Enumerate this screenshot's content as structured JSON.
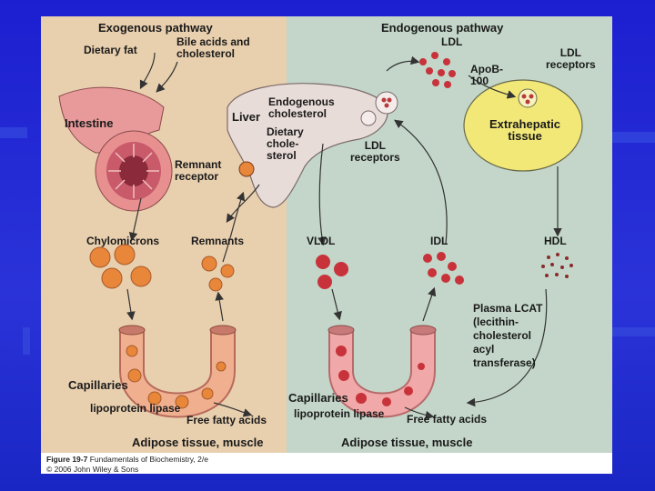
{
  "exogenous": {
    "title": "Exogenous pathway",
    "dietary_fat": "Dietary fat",
    "bile_acids": "Bile acids and\ncholesterol",
    "intestine": "Intestine",
    "remnant_receptor": "Remnant\nreceptor",
    "chylomicrons": "Chylomicrons",
    "remnants": "Remnants",
    "capillaries": "Capillaries",
    "lipoprotein_lipase": "lipoprotein lipase",
    "free_fatty_acids": "Free fatty acids",
    "adipose": "Adipose tissue, muscle"
  },
  "endogenous": {
    "title": "Endogenous pathway",
    "ldl": "LDL",
    "ldl_receptors_top": "LDL\nreceptors",
    "apob": "ApoB-\n100",
    "extrahepatic": "Extrahepatic\ntissue",
    "endogenous_cholesterol": "Endogenous\ncholesterol",
    "liver": "Liver",
    "dietary_cholesterol": "Dietary\nchole-\nsterol",
    "ldl_receptors_liver": "LDL\nreceptors",
    "vldl": "VLDL",
    "idl": "IDL",
    "hdl": "HDL",
    "lcat": "Plasma LCAT\n(lecithin-\ncholesterol\nacyl\ntransferase)",
    "capillaries": "Capillaries",
    "lipoprotein_lipase": "lipoprotein lipase",
    "free_fatty_acids": "Free fatty acids",
    "adipose": "Adipose tissue, muscle"
  },
  "caption": {
    "line1_bold": "Figure 19-7",
    "line1_rest": "Fundamentals of Biochemistry, 2/e",
    "line2": "© 2006 John Wiley & Sons"
  },
  "colors": {
    "slide_background": "#1a22c8",
    "exogenous_panel": "#e8cfae",
    "endogenous_panel": "#c3d6c9",
    "chylomicron": "#e8863a",
    "lipoprotein_red": "#c8323a",
    "tube_pink": "#e8a0a0",
    "liver": "#e8dcd8",
    "extrahepatic": "#f2e878"
  }
}
